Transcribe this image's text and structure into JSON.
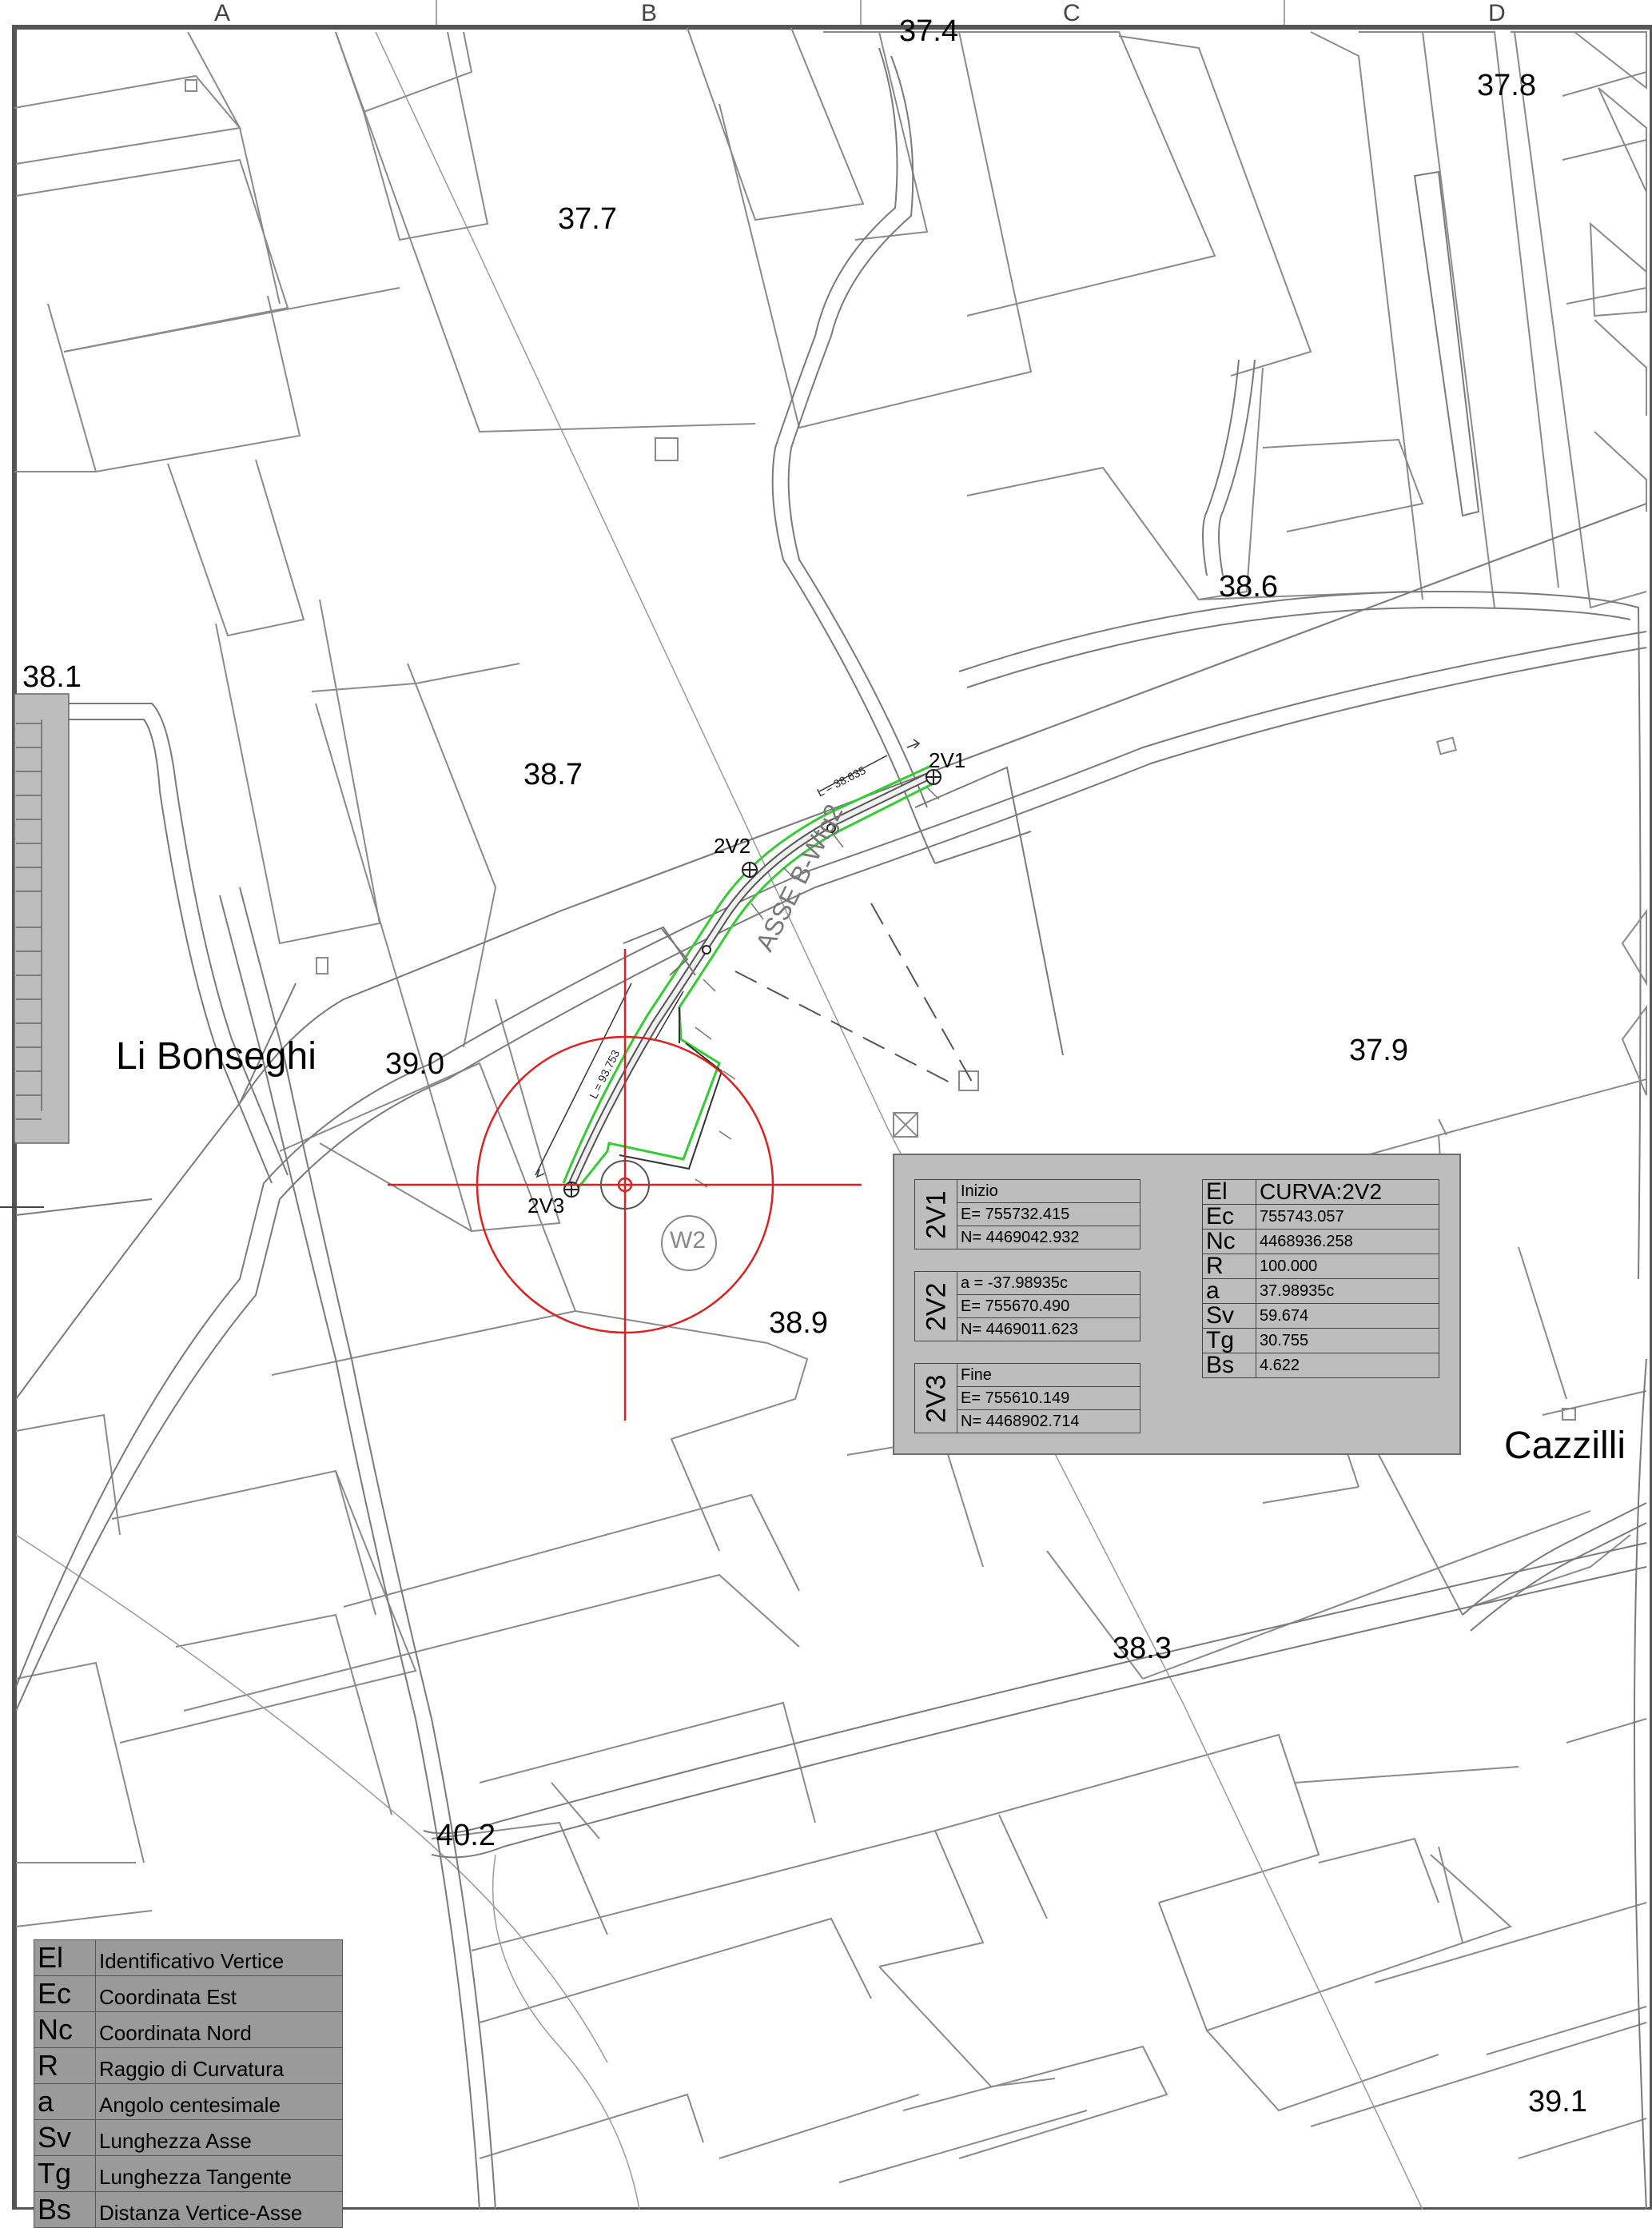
{
  "header": {
    "columns": [
      "A",
      "B",
      "C",
      "D"
    ]
  },
  "map": {
    "elevations": [
      {
        "id": "e1",
        "value": "37.4"
      },
      {
        "id": "e2",
        "value": "37.7"
      },
      {
        "id": "e3",
        "value": "37.8"
      },
      {
        "id": "e4",
        "value": "38.6"
      },
      {
        "id": "e5",
        "value": "38.1"
      },
      {
        "id": "e6",
        "value": "38.7"
      },
      {
        "id": "e7",
        "value": "39.0"
      },
      {
        "id": "e8",
        "value": "37.9"
      },
      {
        "id": "e9",
        "value": "38.9"
      },
      {
        "id": "e10",
        "value": "38.3"
      },
      {
        "id": "e11",
        "value": "40.2"
      },
      {
        "id": "e12",
        "value": "39.1"
      }
    ],
    "places": [
      "Li Bonseghi",
      "Cazzilli"
    ],
    "vertices": [
      "2V1",
      "2V2",
      "2V3"
    ],
    "axis_label": "ASSE B-Wtg2",
    "length_labels": [
      "L = 38.635",
      "L = 93.753"
    ],
    "turbine": "W2"
  },
  "vertex_table": {
    "rows": [
      {
        "id": "2V1",
        "lines": [
          "Inizio",
          "E= 755732.415",
          "N= 4469042.932"
        ]
      },
      {
        "id": "2V2",
        "lines": [
          "a = -37.98935c",
          "E= 755670.490",
          "N= 4469011.623"
        ]
      },
      {
        "id": "2V3",
        "lines": [
          "Fine",
          "E= 755610.149",
          "N= 4468902.714"
        ]
      }
    ]
  },
  "curve_table": {
    "rows": [
      {
        "k": "El",
        "v": "CURVA:2V2"
      },
      {
        "k": "Ec",
        "v": "755743.057"
      },
      {
        "k": "Nc",
        "v": "4468936.258"
      },
      {
        "k": "R",
        "v": "100.000"
      },
      {
        "k": "a",
        "v": "37.98935c"
      },
      {
        "k": "Sv",
        "v": "59.674"
      },
      {
        "k": "Tg",
        "v": "30.755"
      },
      {
        "k": "Bs",
        "v": "4.622"
      }
    ]
  },
  "legend": {
    "rows": [
      {
        "k": "El",
        "v": "Identificativo Vertice"
      },
      {
        "k": "Ec",
        "v": "Coordinata Est"
      },
      {
        "k": "Nc",
        "v": "Coordinata Nord"
      },
      {
        "k": "R",
        "v": "Raggio di Curvatura"
      },
      {
        "k": "a",
        "v": "Angolo centesimale"
      },
      {
        "k": "Sv",
        "v": "Lunghezza Asse"
      },
      {
        "k": "Tg",
        "v": "Lunghezza Tangente"
      },
      {
        "k": "Bs",
        "v": "Distanza Vertice-Asse"
      }
    ]
  },
  "colors": {
    "road_outline": "#7a7a7a",
    "road_green": "#33cc33",
    "crosshair": "#e02020",
    "panel_bg": "#bdbdbd",
    "legend_bg": "#9a9a9a"
  }
}
